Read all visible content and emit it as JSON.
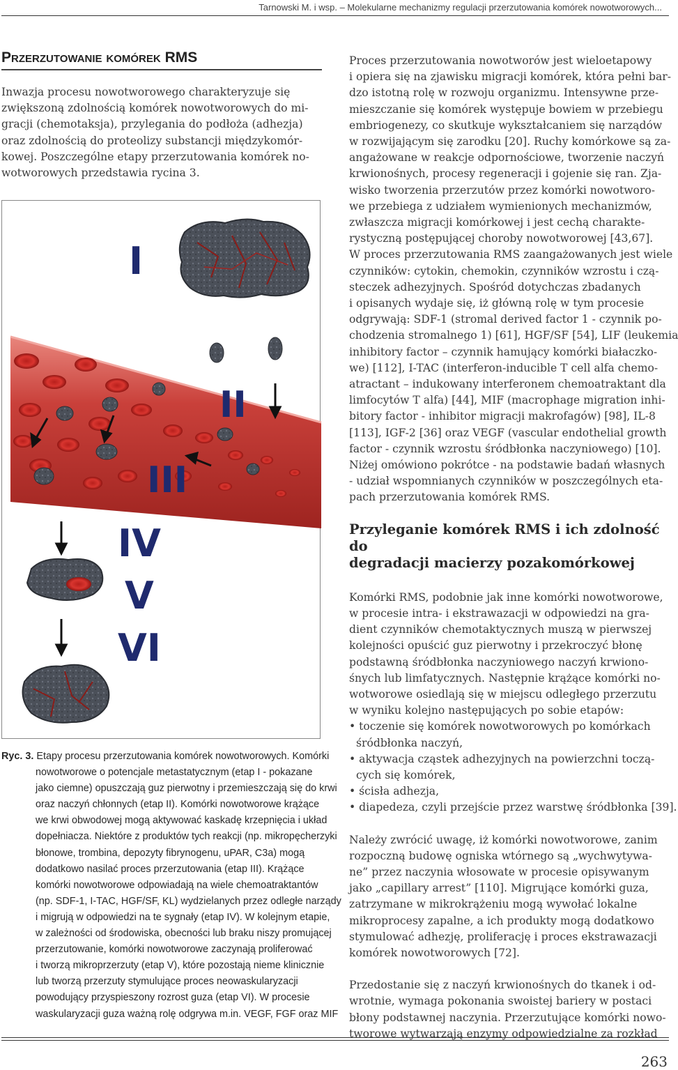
{
  "running_head": "Tarnowski M. i wsp. – Molekularne mechanizmy regulacji przerzutowania komórek nowotworowych...",
  "section_title": "Przerzutowanie komórek RMS",
  "left_intro": [
    "Inwazja procesu nowotworowego charakteryzuje się",
    "zwiększoną zdolnością komórek nowotworowych do mi-",
    "gracji (chemotaksja), przylegania do podłoża (adhezja)",
    "oraz zdolnością do proteolizy substancji międzykomór-",
    "kowej. Poszczególne etapy przerzutowania komórek no-",
    "wotworowych przedstawia rycina 3."
  ],
  "figure": {
    "stage_labels": [
      "I",
      "II",
      "III",
      "IV",
      "V",
      "VI"
    ],
    "colors": {
      "vessel": "#b8302c",
      "vessel_light": "#e26b63",
      "cell": "#4a4f58",
      "label": "#1f2a6e"
    }
  },
  "caption": {
    "label": "Ryc. 3.",
    "lines": [
      "Etapy procesu przerzutowania komórek nowotworowych. Komórki",
      "nowotworowe o potencjale metastatycznym (etap I - pokazane",
      "jako ciemne) opuszczają guz pierwotny i przemieszczają się do krwi",
      "oraz naczyń chłonnych (etap II). Komórki nowotworowe krążące",
      "we krwi obwodowej mogą aktywować kaskadę krzepnięcia i układ",
      "dopełniacza. Niektóre z produktów tych reakcji (np. mikropęcherzyki",
      "błonowe, trombina, depozyty fibrynogenu, uPAR, C3a) mogą",
      "dodatkowo nasilać proces przerzutowania (etap III). Krążące",
      "komórki nowotworowe odpowiadają na wiele chemoatraktantów",
      "(np. SDF-1, I-TAC, HGF/SF, KL) wydzielanych przez odległe narządy",
      "i migrują w odpowiedzi na te sygnały (etap IV). W kolejnym etapie,",
      "w zależności od środowiska, obecności lub braku niszy promującej",
      "przerzutowanie, komórki nowotworowe zaczynają proliferować",
      "i tworzą mikroprzerzuty (etap V), które pozostają nieme klinicznie",
      "lub tworzą przerzuty stymulujące proces neowaskularyzacji",
      "powodujący przyspieszony rozrost guza (etap VI). W procesie",
      "waskularyzacji guza ważną rolę odgrywa m.in. VEGF, FGF oraz MIF"
    ]
  },
  "right_para1": [
    "Proces przerzutowania nowotworów jest wieloetapowy",
    "i opiera się na zjawisku migracji komórek, która pełni bar-",
    "dzo istotną rolę w rozwoju organizmu. Intensywne prze-",
    "mieszczanie się komórek występuje bowiem w przebiegu",
    "embriogenezy, co skutkuje wykształcaniem się narządów",
    "w rozwijającym się zarodku [20]. Ruchy komórkowe są za-",
    "angażowane w reakcje odpornościowe, tworzenie naczyń",
    "krwionośnych, procesy regeneracji i gojenie się ran. Zja-",
    "wisko tworzenia przerzutów przez komórki nowotworo-",
    "we przebiega z udziałem wymienionych mechanizmów,",
    "zwłaszcza migracji komórkowej i jest cechą charakte-",
    "rystyczną postępującej choroby nowotworowej [43,67].",
    "W proces przerzutowania RMS zaangażowanych jest wiele",
    "czynników: cytokin, chemokin, czynników wzrostu i czą-",
    "steczek adhezyjnych. Spośród dotychczas zbadanych",
    "i opisanych wydaje się, iż główną rolę w tym procesie",
    "odgrywają: SDF-1 (stromal derived factor 1 - czynnik po-",
    "chodzenia stromalnego 1) [61], HGF/SF [54], LIF (leukemia",
    "inhibitory factor – czynnik hamujący komórki białaczko-",
    "we) [112], I-TAC (interferon-inducible T cell alfa chemo-",
    "atractant – indukowany interferonem chemoatraktant dla",
    "limfocytów T alfa) [44], MIF (macrophage migration inhi-",
    "bitory factor - inhibitor migracji makrofagów) [98], IL-8",
    "[113], IGF-2 [36] oraz VEGF (vascular endothelial growth",
    "factor - czynnik wzrostu śródbłonka naczyniowego) [10].",
    "Niżej omówiono pokrótce - na podstawie badań własnych",
    "- udział wspomnianych czynników w poszczególnych eta-",
    "pach przerzutowania komórek RMS."
  ],
  "subheading": [
    "Przyleganie komórek RMS i ich zdolność do",
    "degradacji macierzy pozakomórkowej"
  ],
  "right_para2": [
    "Komórki RMS, podobnie jak inne komórki nowotworowe,",
    "w procesie intra- i ekstrawazacji w odpowiedzi na gra-",
    "dient czynników chemotaktycznych muszą w pierwszej",
    "kolejności opuścić guz pierwotny i przekroczyć błonę",
    "podstawną śródbłonka naczyniowego naczyń krwiono-",
    "śnych lub limfatycznych. Następnie krążące komórki no-",
    "wotworowe osiedlają się w miejscu odległego przerzutu",
    "w wyniku kolejno następujących po sobie etapów:"
  ],
  "bullets": [
    "• toczenie się komórek nowotworowych po komórkach",
    "   śródbłonka naczyń,",
    "• aktywacja cząstek adhezyjnych na powierzchni toczą-",
    "   cych się komórek,",
    "• ścisła adhezja,",
    "• diapedeza, czyli przejście przez warstwę śródbłonka [39]."
  ],
  "right_para3": [
    "Należy zwrócić uwagę, iż komórki nowotworowe, zanim",
    "rozpoczną budowę ogniska wtórnego są „wychwytywa-",
    "ne” przez naczynia włosowate w procesie opisywanym",
    "jako „capillary arrest” [110]. Migrujące komórki guza,",
    "zatrzymane w mikrokrążeniu mogą wywołać lokalne",
    "mikroprocesy zapalne, a ich produkty mogą dodatkowo",
    "stymulować adhezję, proliferację i proces ekstrawazacji",
    "komórek nowotworowych [72]."
  ],
  "right_para4": [
    "Przedostanie się z naczyń krwionośnych do tkanek i od-",
    "wrotnie, wymaga pokonania swoistej bariery w postaci",
    "błony podstawnej naczynia. Przerzutujące komórki nowo-",
    "tworowe wytwarzają enzymy odpowiedzialne za rozkład"
  ],
  "page_number": "263"
}
